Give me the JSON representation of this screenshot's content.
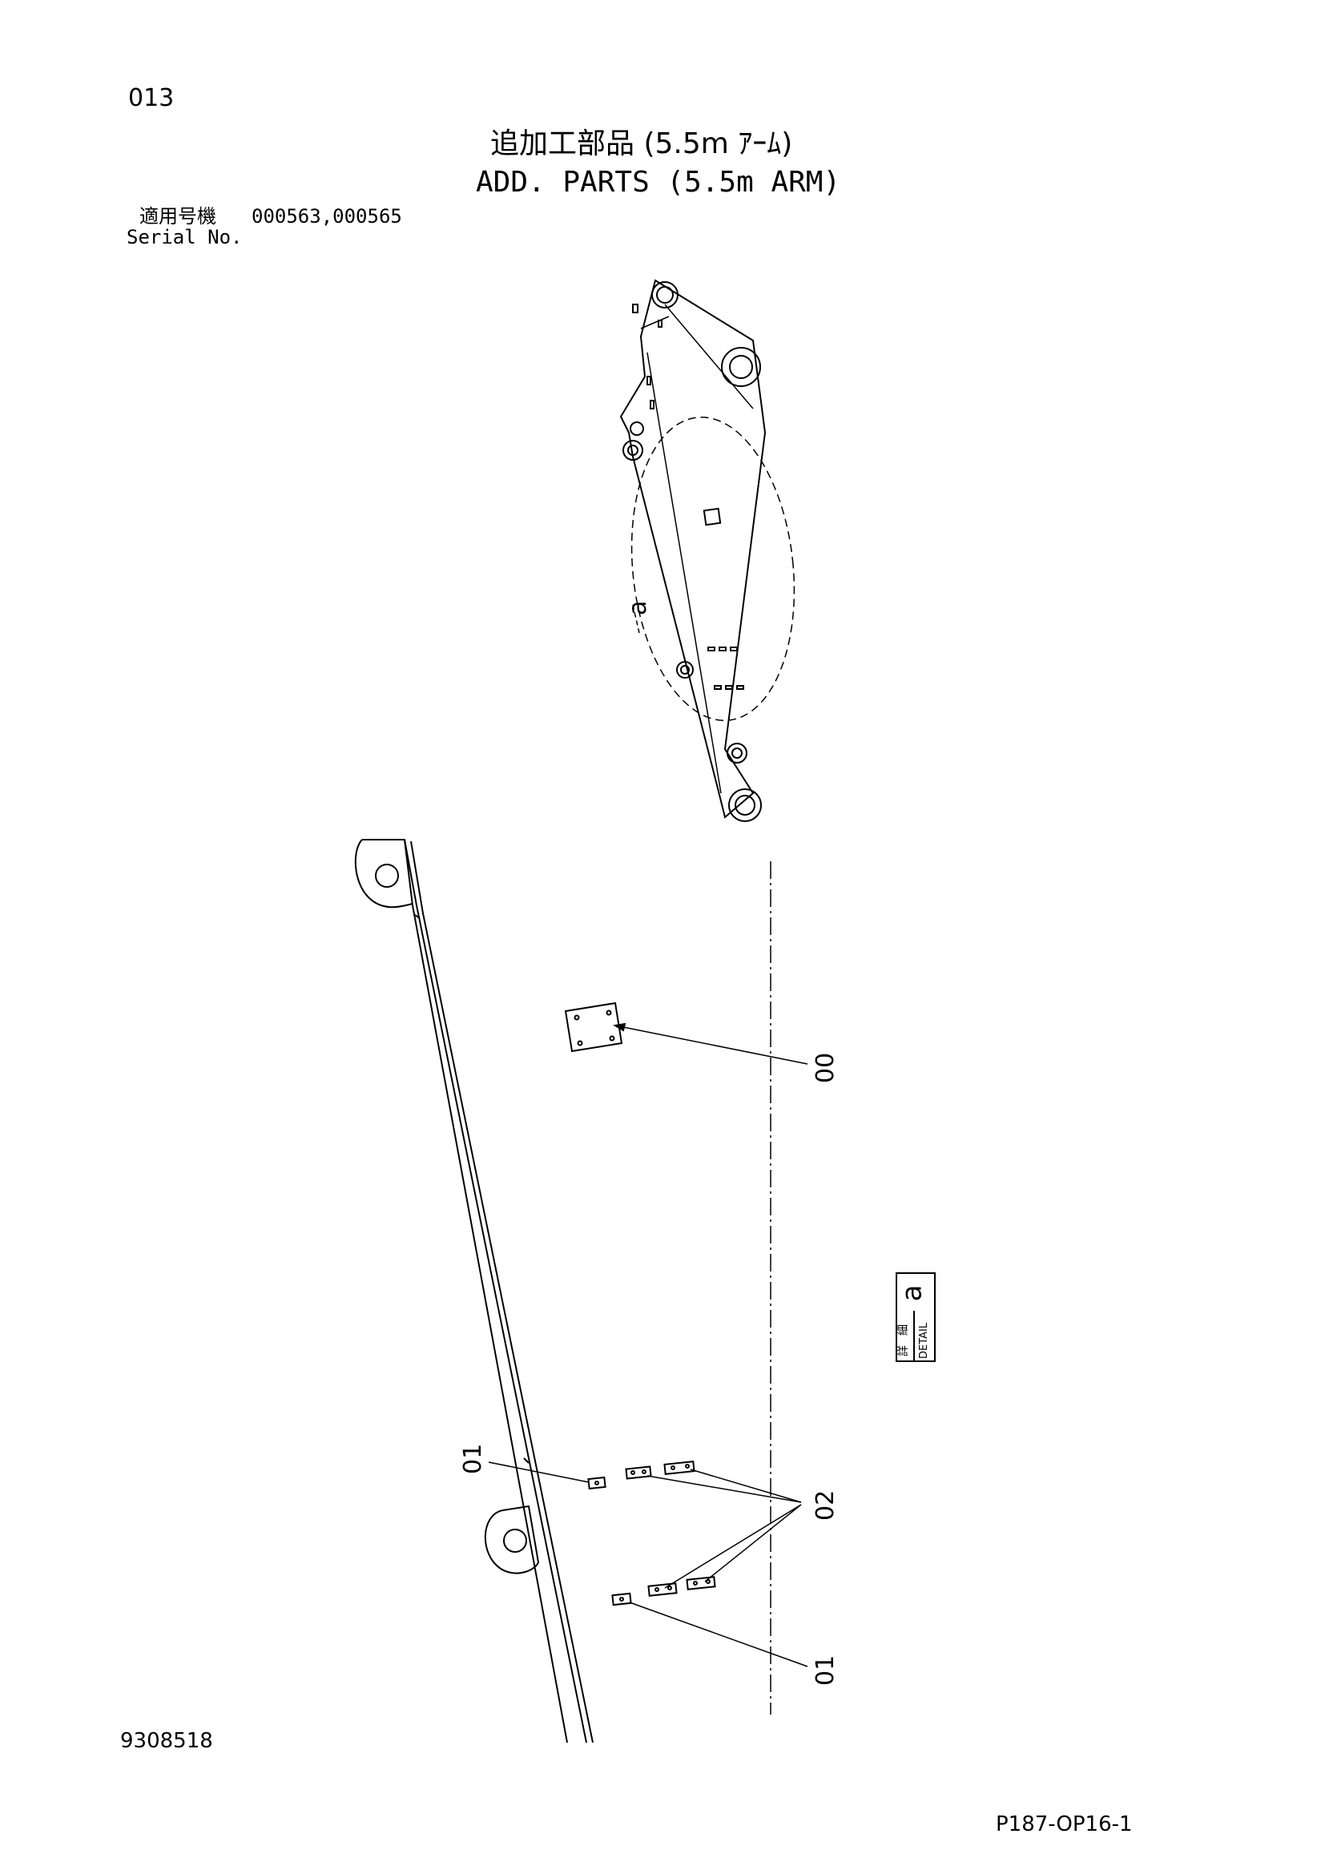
{
  "header": {
    "page_no": "013",
    "title_jp": "追加工部品 (5.5m ｱｰﾑ)",
    "title_en": "ADD. PARTS (5.5m ARM)",
    "serial_label_jp": "適用号機",
    "serial_numbers": "000563,000565",
    "serial_label_en": "Serial No."
  },
  "overview": {
    "detail_marker": "a"
  },
  "detail": {
    "callouts": [
      "00",
      "01",
      "02",
      "01"
    ],
    "box_letter": "a",
    "box_label_jp_1": "詳",
    "box_label_jp_2": "細",
    "box_label_en": "DETAIL"
  },
  "footer": {
    "drawing_no": "9308518",
    "page_ref": "P187-OP16-1"
  }
}
